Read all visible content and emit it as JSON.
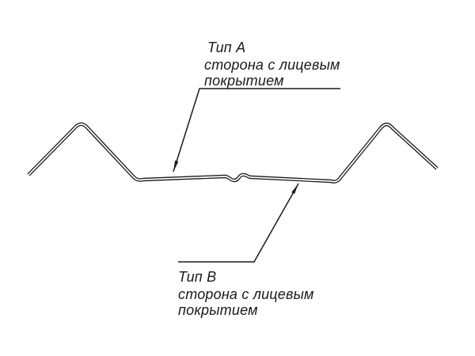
{
  "diagram": {
    "title": "Sheet profile coating sides diagram",
    "background_color": "#ffffff",
    "line_color": "#1a1a1a",
    "labels": {
      "type_a": {
        "title": "Тип А",
        "line2": "сторона с лицевым",
        "line3": "покрытием"
      },
      "type_b": {
        "title": "Тип В",
        "line2": "сторона с лицевым",
        "line3": "покрытием"
      }
    }
  }
}
